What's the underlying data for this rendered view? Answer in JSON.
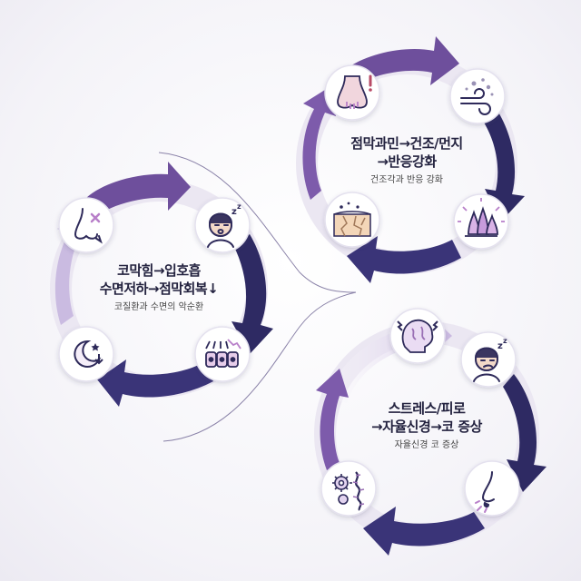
{
  "cycles": [
    {
      "id": "left",
      "title_line1": "코막힘→입호흡",
      "title_line2": "수면저하→점막회복↓",
      "subtitle": "코질환과 수면의 악순환",
      "icons": [
        "blocked-nose-icon",
        "sleeping-person-icon",
        "damaged-mucosa-icon",
        "moon-icon"
      ]
    },
    {
      "id": "top-right",
      "title_line1": "점막과민→건조/먼지",
      "title_line2": "→반응강화",
      "subtitle": "건조각과 반응 강화",
      "icons": [
        "irritated-nose-icon",
        "dust-wind-icon",
        "inflammation-icon",
        "dry-cracked-skin-icon"
      ]
    },
    {
      "id": "bottom-right",
      "title_line1": "스트레스/피로",
      "title_line2": "→자율신경→코 증상",
      "subtitle": "자율신경 코 증상",
      "icons": [
        "stressed-brain-icon",
        "tired-person-icon",
        "runny-nose-icon",
        "nerve-gears-icon"
      ]
    }
  ],
  "colors": {
    "arrow_dark": "#2e2a63",
    "arrow_mid": "#6a4c93",
    "arrow_light": "#c9b8e0",
    "ring_pale": "#e8e4f0",
    "icon_stroke": "#2e2a5a",
    "icon_accent": "#b87fc9",
    "background": "#f4f3f8"
  }
}
